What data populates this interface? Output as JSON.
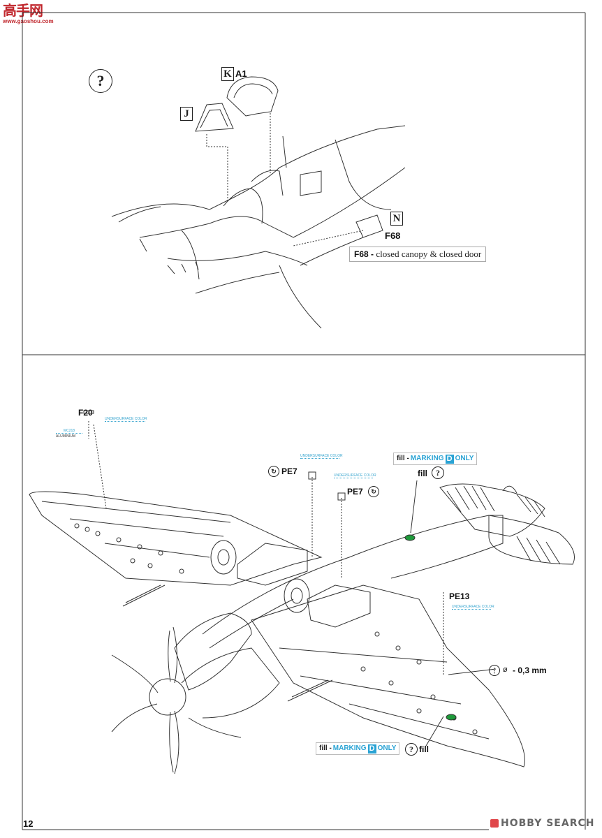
{
  "watermark_top": {
    "logo_text": "高手网",
    "url": "www.gaoshou.com"
  },
  "watermark_bottom": {
    "text": "HOBBY SEARCH"
  },
  "page_number": "12",
  "top_panel": {
    "question_mark": "?",
    "part_k": {
      "letter": "K",
      "label": "A1"
    },
    "part_j": {
      "letter": "J"
    },
    "part_n": {
      "letter": "N",
      "label": "F68"
    },
    "caption": {
      "code": "F68 -",
      "text": "closed canopy & closed door"
    }
  },
  "bottom_panel": {
    "f20": {
      "label": "F20",
      "paint_color": "UNDERSURFACE COLOR",
      "paint_code": "MC218",
      "paint_name": "ALUMINIUM"
    },
    "pe7_a": {
      "label": "PE7",
      "paint": "UNDERSURFACE COLOR"
    },
    "pe7_b": {
      "label": "PE7",
      "paint": "UNDERSURFACE COLOR"
    },
    "pe13": {
      "label": "PE13",
      "paint": "UNDERSURFACE COLOR"
    },
    "fill_marking_top": {
      "prefix": "fill -",
      "marking": "MARKING",
      "letter": "D",
      "suffix": "ONLY"
    },
    "fill_q_top": {
      "text": "fill",
      "q": "?"
    },
    "fill_marking_bottom": {
      "prefix": "fill -",
      "marking": "MARKING",
      "letter": "D",
      "suffix": "ONLY",
      "q": "?",
      "after": "fill"
    },
    "drill": {
      "symbol": "ø",
      "text": "- 0,3 mm"
    }
  },
  "colors": {
    "cyan": "#2aa3d4",
    "green": "#1e9a3a",
    "line": "#333333"
  }
}
